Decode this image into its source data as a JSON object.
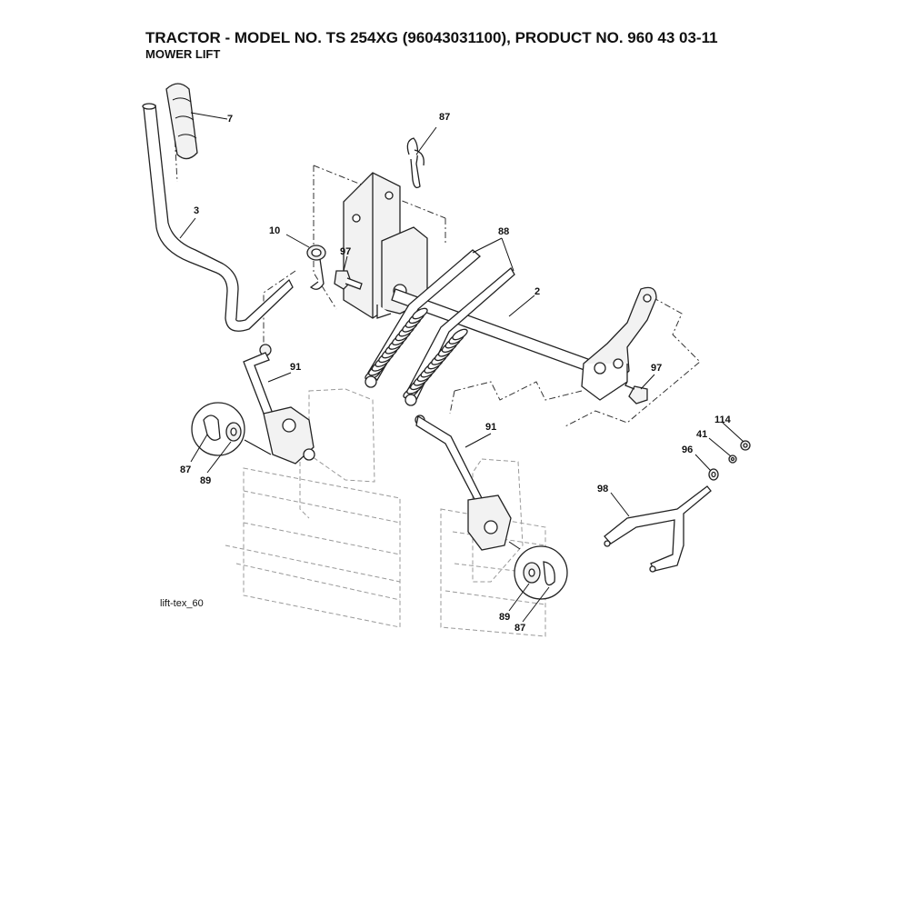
{
  "header": {
    "title": "TRACTOR - MODEL NO. TS 254XG (96043031100), PRODUCT NO. 960 43 03-11",
    "subtitle": "MOWER LIFT"
  },
  "diagram_id": "lift-tex_60",
  "callouts": {
    "c7": "7",
    "c3": "3",
    "c87_top": "87",
    "c10": "10",
    "c97_left": "97",
    "c88": "88",
    "c2": "2",
    "c97_right": "97",
    "c91_left": "91",
    "c87_left": "87",
    "c89_left": "89",
    "c91_right": "91",
    "c114": "114",
    "c41": "41",
    "c96": "96",
    "c98": "98",
    "c89_right": "89",
    "c87_right": "87"
  }
}
